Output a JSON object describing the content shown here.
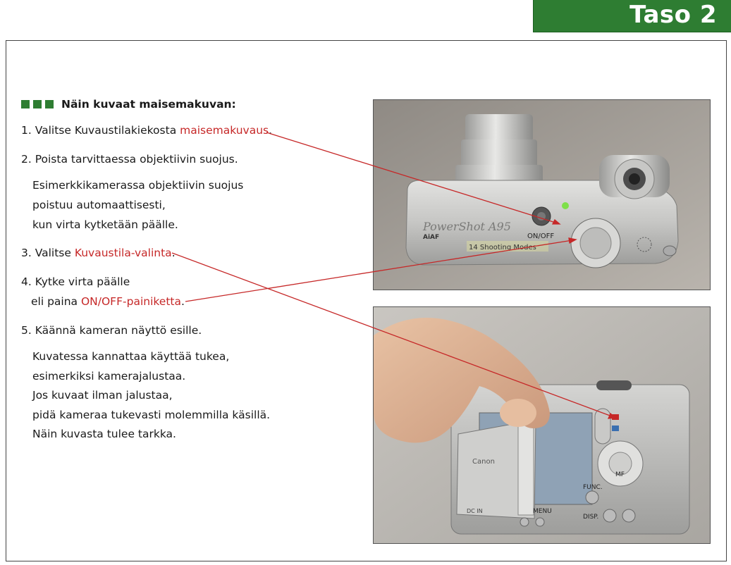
{
  "badge": {
    "label": "Taso 2"
  },
  "heading": "Näin kuvaat maisemakuvan:",
  "steps": {
    "s1_prefix": "1. Valitse Kuvaustilakiekosta ",
    "s1_hl": "maisemakuvaus",
    "s1_suffix": ".",
    "s2": "2. Poista tarvittaessa objektiivin suojus.",
    "s2_note_1": "Esimerkkikamerassa objektiivin suojus",
    "s2_note_2": "poistuu automaattisesti,",
    "s2_note_3": "kun virta kytketään päälle.",
    "s3_prefix": "3. Valitse ",
    "s3_hl": "Kuvaustila-valinta",
    "s3_suffix": ".",
    "s4_line1": "4. Kytke virta päälle",
    "s4_prefix": "eli paina ",
    "s4_hl": "ON/OFF-painiketta",
    "s4_suffix": ".",
    "s5": "5. Käännä kameran näyttö esille.",
    "s5_note_1": "Kuvatessa kannattaa käyttää tukea,",
    "s5_note_2": "esimerkiksi kamerajalustaa.",
    "s5_note_3": "Jos kuvaat ilman jalustaa,",
    "s5_note_4": "pidä kameraa tukevasti molemmilla käsillä.",
    "s5_note_5": "Näin kuvasta tulee tarkka."
  },
  "photo_top": {
    "brand": "PowerShot A95",
    "af_label": "AiAF",
    "onoff_label": "ON/OFF",
    "modes_label": "14 Shooting Modes"
  },
  "photo_bottom": {
    "canon_label": "Canon",
    "func_label": "FUNC.",
    "disp_label": "DISP.",
    "menu_label": "MENU",
    "dcin_label": "DC IN",
    "mf_label": "MF"
  },
  "colors": {
    "accent_green": "#2e7d32",
    "highlight_red": "#c62828"
  }
}
